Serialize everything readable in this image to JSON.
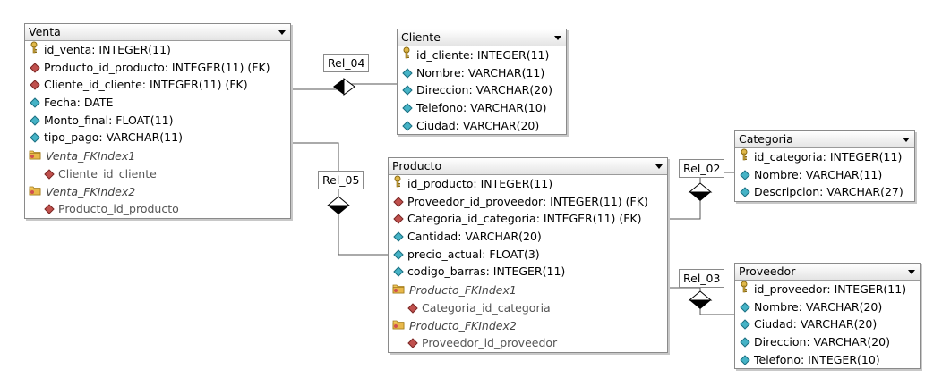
{
  "tables": {
    "venta": {
      "name": "Venta",
      "columns": [
        {
          "text": "id_venta: INTEGER(11)",
          "icon": "key-icon"
        },
        {
          "text": "Producto_id_producto: INTEGER(11) (FK)",
          "icon": "foreign-key-icon"
        },
        {
          "text": "Cliente_id_cliente: INTEGER(11) (FK)",
          "icon": "foreign-key-icon"
        },
        {
          "text": "Fecha: DATE",
          "icon": "column-icon"
        },
        {
          "text": "Monto_final: FLOAT(11)",
          "icon": "column-icon"
        },
        {
          "text": "tipo_pago: VARCHAR(11)",
          "icon": "column-icon"
        }
      ],
      "indexes": [
        {
          "name": "Venta_FKIndex1",
          "column": "Cliente_id_cliente"
        },
        {
          "name": "Venta_FKIndex2",
          "column": "Producto_id_producto"
        }
      ]
    },
    "cliente": {
      "name": "Cliente",
      "columns": [
        {
          "text": "id_cliente: INTEGER(11)",
          "icon": "key-icon"
        },
        {
          "text": "Nombre: VARCHAR(11)",
          "icon": "column-icon"
        },
        {
          "text": "Direccion: VARCHAR(20)",
          "icon": "column-icon"
        },
        {
          "text": "Telefono: VARCHAR(10)",
          "icon": "column-icon"
        },
        {
          "text": "Ciudad: VARCHAR(20)",
          "icon": "column-icon"
        }
      ]
    },
    "producto": {
      "name": "Producto",
      "columns": [
        {
          "text": "id_producto: INTEGER(11)",
          "icon": "key-icon"
        },
        {
          "text": "Proveedor_id_proveedor: INTEGER(11) (FK)",
          "icon": "foreign-key-icon"
        },
        {
          "text": "Categoria_id_categoria: INTEGER(11) (FK)",
          "icon": "foreign-key-icon"
        },
        {
          "text": "Cantidad: VARCHAR(20)",
          "icon": "column-icon"
        },
        {
          "text": "precio_actual: FLOAT(3)",
          "icon": "column-icon"
        },
        {
          "text": "codigo_barras: INTEGER(11)",
          "icon": "column-icon"
        }
      ],
      "indexes": [
        {
          "name": "Producto_FKIndex1",
          "column": "Categoria_id_categoria"
        },
        {
          "name": "Producto_FKIndex2",
          "column": "Proveedor_id_proveedor"
        }
      ]
    },
    "categoria": {
      "name": "Categoria",
      "columns": [
        {
          "text": "id_categoria: INTEGER(11)",
          "icon": "key-icon"
        },
        {
          "text": "Nombre: VARCHAR(11)",
          "icon": "column-icon"
        },
        {
          "text": "Descripcion: VARCHAR(27)",
          "icon": "column-icon"
        }
      ]
    },
    "proveedor": {
      "name": "Proveedor",
      "columns": [
        {
          "text": "id_proveedor: INTEGER(11)",
          "icon": "key-icon"
        },
        {
          "text": "Nombre: VARCHAR(20)",
          "icon": "column-icon"
        },
        {
          "text": "Ciudad: VARCHAR(20)",
          "icon": "column-icon"
        },
        {
          "text": "Direccion: VARCHAR(20)",
          "icon": "column-icon"
        },
        {
          "text": "Telefono: INTEGER(10)",
          "icon": "column-icon"
        }
      ]
    }
  },
  "relations": {
    "rel_04": "Rel_04",
    "rel_05": "Rel_05",
    "rel_02": "Rel_02",
    "rel_03": "Rel_03"
  },
  "colors": {
    "key": "#e0b84a",
    "foreign_key": "#c0504d",
    "column": "#45b3c6",
    "folder": "#e8b84a",
    "line": "#555555"
  }
}
